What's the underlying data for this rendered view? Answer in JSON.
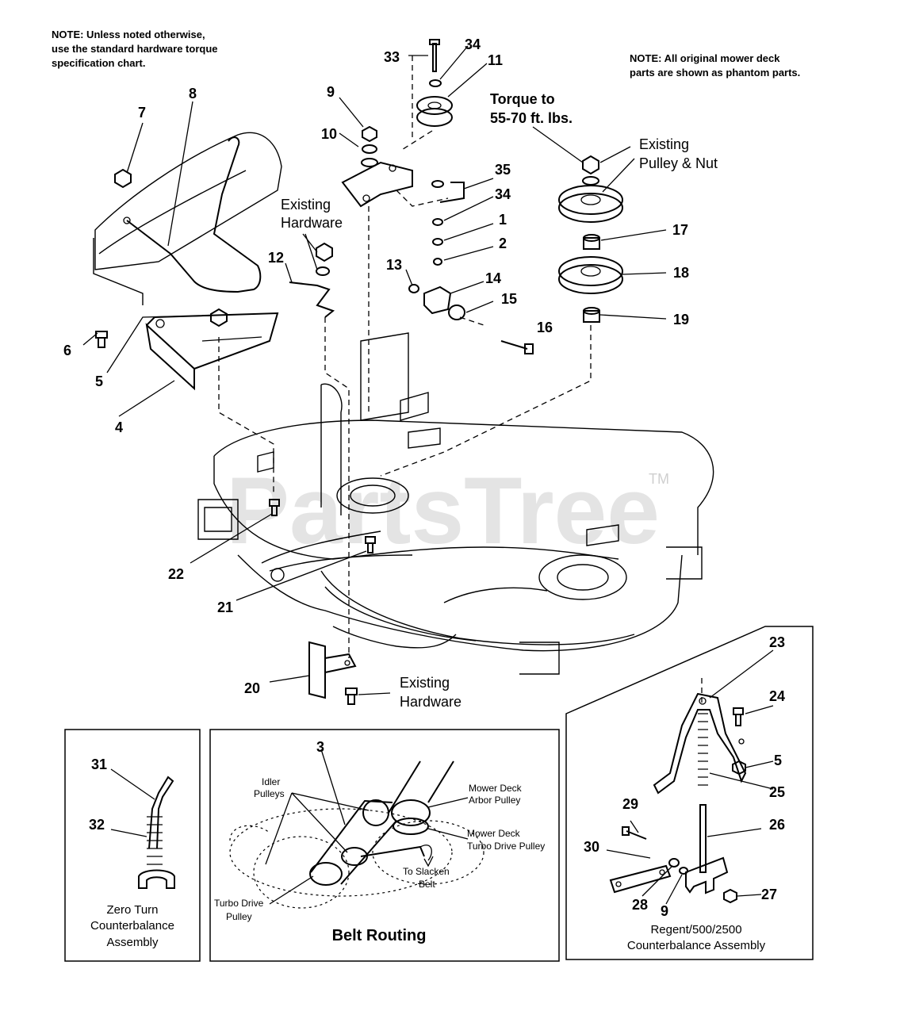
{
  "notes": {
    "top_left": [
      "NOTE: Unless noted otherwise,",
      "use the standard hardware torque",
      "specification chart."
    ],
    "top_right": [
      "NOTE: All original mower deck",
      "parts are shown as phantom parts."
    ]
  },
  "torque_note": [
    "Torque to",
    "55-70 ft. lbs."
  ],
  "labels": {
    "existing_pulley": [
      "Existing",
      "Pulley & Nut"
    ],
    "existing_hw_top": [
      "Existing",
      "Hardware"
    ],
    "existing_hw_bottom": [
      "Existing",
      "Hardware"
    ]
  },
  "callouts": {
    "p1": "1",
    "p2": "2",
    "p3": "3",
    "p4": "4",
    "p5": "5",
    "p5b": "5",
    "p6": "6",
    "p7": "7",
    "p8": "8",
    "p9": "9",
    "p9b": "9",
    "p10": "10",
    "p11": "11",
    "p12": "12",
    "p13": "13",
    "p14": "14",
    "p15": "15",
    "p16": "16",
    "p17": "17",
    "p18": "18",
    "p19": "19",
    "p20": "20",
    "p21": "21",
    "p22": "22",
    "p23": "23",
    "p24": "24",
    "p25": "25",
    "p26": "26",
    "p27": "27",
    "p28": "28",
    "p29": "29",
    "p30": "30",
    "p31": "31",
    "p32": "32",
    "p33": "33",
    "p34": "34",
    "p34b": "34",
    "p35": "35"
  },
  "belt_routing": {
    "title": "Belt Routing",
    "idler": [
      "Idler",
      "Pulleys"
    ],
    "arbor": [
      "Mower Deck",
      "Arbor Pulley"
    ],
    "turbo_deck": [
      "Mower Deck",
      "Turbo Drive Pulley"
    ],
    "slacken": [
      "To Slacken",
      "Belt"
    ],
    "turbo_drive": [
      "Turbo Drive",
      "Pulley"
    ]
  },
  "zero_turn": {
    "caption": [
      "Zero Turn",
      "Counterbalance",
      "Assembly"
    ]
  },
  "regent": {
    "caption": [
      "Regent/500/2500",
      "Counterbalance Assembly"
    ]
  },
  "watermark": {
    "text": "PartsTree",
    "tm": "TM"
  }
}
